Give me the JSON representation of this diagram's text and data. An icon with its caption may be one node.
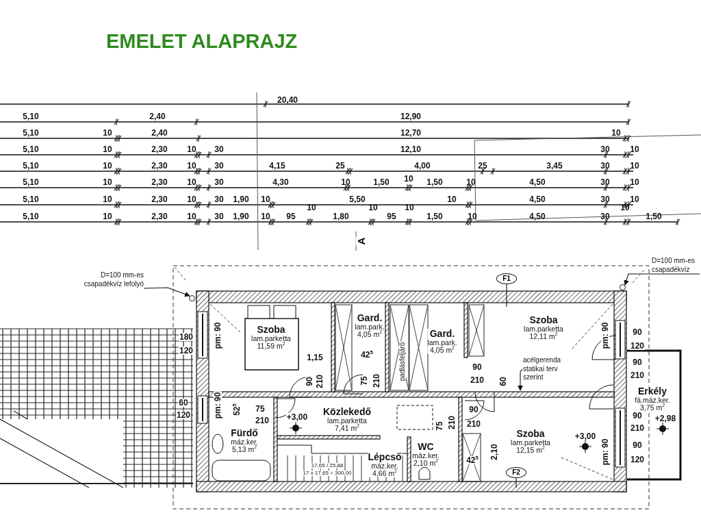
{
  "diagram": {
    "title": "EMELET ALAPRAJZ",
    "nodes": [
      {
        "text": [
          "Szoba",
          "lam.parketta",
          "11,59 m$^{2}$"
        ]
      },
      {
        "text": [
          "Gard.",
          "lam.park.",
          "4,05 m$^{2}$"
        ]
      },
      {
        "text": [
          "Gard.",
          "lam.park.",
          "4,05 m$^{2}$"
        ]
      },
      {
        "text": [
          "Szoba",
          "lam.parketta",
          "12,11 m$^{2}$"
        ]
      },
      {
        "text": [
          "Közlekedő",
          "lam.parketta",
          "7,41 m$^{2}$"
        ]
      },
      {
        "text": [
          "Fürdő",
          "máz.ker.",
          "5,13 m$^{2}$"
        ]
      },
      {
        "text": [
          "Lépcső",
          "máz.ker.",
          "4,66 m$^{2}$"
        ]
      },
      {
        "text": [
          "WC",
          "máz.ker.",
          "2,10 m$^{2}$"
        ]
      },
      {
        "text": [
          "Szoba",
          "lam.parketta",
          "12,15 m$^{2}$"
        ]
      },
      {
        "text": [
          "Erkély",
          "fá.máz.ker.",
          "3,75 m$^{2}$"
        ]
      },
      {
        "text": [
          "D=100 mm-es csapadékvíz lefolyó"
        ]
      },
      {
        "text": [
          "D=100 mm-es csapadékvíz"
        ]
      },
      {
        "text": [
          "F1"
        ]
      },
      {
        "text": [
          "F2"
        ]
      },
      {
        "text": [
          "acélgerenda statikai terv szerint"
        ]
      },
      {
        "text": [],
        "shape": "circle"
      },
      {
        "text": [],
        "shape": "circle"
      }
    ],
    "edges": [
      {
        "from": 10,
        "to": 15,
        "arrow": "to"
      },
      {
        "from": 11,
        "to": 16,
        "arrow": "to"
      },
      {
        "from": 12,
        "to": null,
        "arrow": "none"
      },
      {
        "from": 13,
        "to": null,
        "arrow": "none"
      },
      {
        "from": 14,
        "to": null,
        "arrow": "to"
      }
    ],
    "labels": [
      "20,40",
      "5,10",
      "2,40",
      "12,90",
      "5,10",
      "10",
      "2,40",
      "12,70",
      "10",
      "5,10",
      "10",
      "2,30",
      "10",
      "30",
      "12,10",
      "30",
      "10",
      "5,10",
      "10",
      "2,30",
      "10",
      "30",
      "4,15",
      "25",
      "4,00",
      "25",
      "3,45",
      "30",
      "10",
      "5,10",
      "10",
      "2,30",
      "10",
      "30",
      "4,30",
      "10",
      "1,50",
      "10",
      "1,50",
      "10",
      "4,50",
      "30",
      "10",
      "5,10",
      "10",
      "2,30",
      "10",
      "30",
      "1,90",
      "10",
      "5,50",
      "10",
      "4,50",
      "30",
      "10",
      "5,10",
      "10",
      "2,30",
      "10",
      "30",
      "1,90",
      "10",
      "95",
      "10",
      "1,80",
      "10",
      "95",
      "10",
      "1,50",
      "10",
      "4,50",
      "30",
      "10",
      "1,50",
      "A",
      "180",
      "120",
      "pm: 90",
      "1,15",
      "42$^{5}$",
      "90",
      "210",
      "75",
      "210",
      "padlásfeljáró",
      "90",
      "210",
      "60",
      "pm: 90",
      "90",
      "120",
      "90",
      "210",
      "60",
      "120",
      "pm: 90",
      "52$^{5}$",
      "75",
      "210",
      "+3,00",
      "90",
      "210",
      "75",
      "210",
      "42$^{5}$",
      "2,10",
      "+3,00",
      "90",
      "210",
      "+2,98",
      "90",
      "120",
      "pm: 90",
      "17,65 / 25,88",
      "17 x 17,65 = 300,00"
    ]
  }
}
